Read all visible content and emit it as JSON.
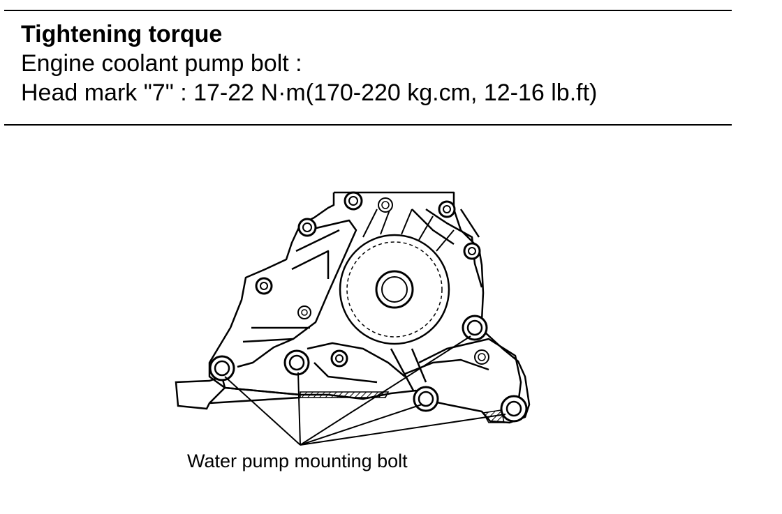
{
  "spec": {
    "heading": "Tightening torque",
    "line1": "Engine coolant pump bolt :",
    "line2": "Head mark \"7\" : 17-22 N·m(170-220 kg.cm, 12-16 lb.ft)"
  },
  "figure": {
    "callout_label": "Water pump mounting bolt",
    "colors": {
      "ink": "#000000",
      "paper": "#ffffff"
    }
  }
}
